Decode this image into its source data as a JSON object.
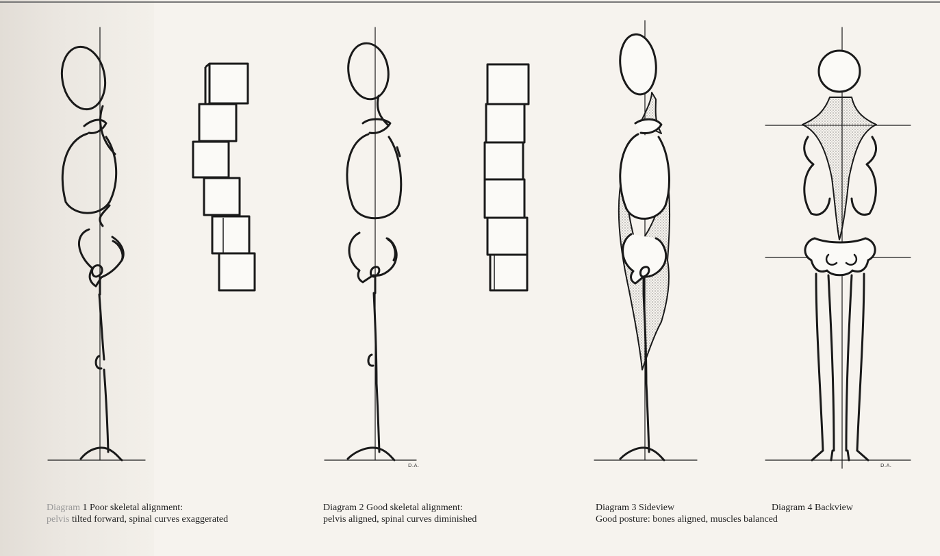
{
  "diagrams": [
    {
      "label": "Diagram 1",
      "label_faded": "Diagram",
      "label_rest": " 1  Poor skeletal alignment:",
      "line2_faded": "pelvis",
      "line2_rest": " tilted forward, spinal curves exaggerated",
      "view": "side"
    },
    {
      "label": "Diagram 2  Good skeletal alignment:",
      "line2": "pelvis aligned, spinal curves diminished",
      "view": "side"
    },
    {
      "label": "Diagram 3  Sideview",
      "line2": "Good posture: bones aligned,  muscles balanced",
      "view": "side"
    },
    {
      "label": "Diagram 4  Backview",
      "view": "back"
    }
  ],
  "signatures": [
    "D.A.",
    "D.A."
  ],
  "colors": {
    "ink": "#1a1a1a",
    "paper": "#f6f3ee",
    "stipple": "#555555"
  }
}
